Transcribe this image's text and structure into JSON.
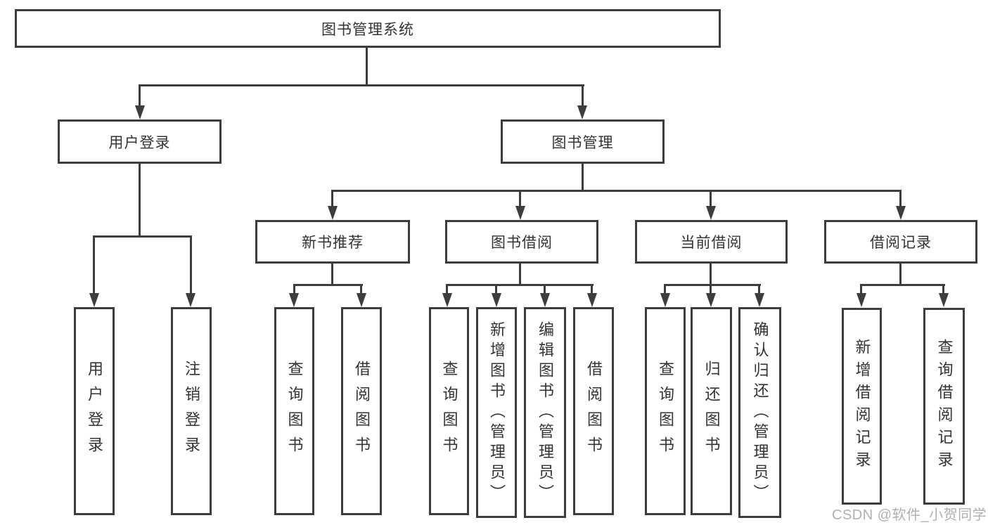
{
  "nodes": {
    "root": "图书管理系统",
    "user_login": "用户登录",
    "book_mgmt": "图书管理",
    "new_book_rec": "新书推荐",
    "book_borrow": "图书借阅",
    "current_borrow": "当前借阅",
    "borrow_record": "借阅记录",
    "leaf_user_login": "用户登录",
    "leaf_logout": "注销登录",
    "leaf_query_book_rec": "查询图书",
    "leaf_borrow_book_rec": "借阅图书",
    "leaf_query_book_borrow": "查询图书",
    "leaf_add_book": "新增图书（管理员）",
    "leaf_edit_book": "编辑图书（管理员）",
    "leaf_borrow_book_borrow": "借阅图书",
    "leaf_query_book_current": "查询图书",
    "leaf_return_book": "归还图书",
    "leaf_confirm_return": "确认归还（管理员）",
    "leaf_add_record": "新增借阅记录",
    "leaf_query_record": "查询借阅记录"
  },
  "watermark": "CSDN @软件_小贺同学",
  "colors": {
    "line": "#3d3d3d",
    "text": "#333333",
    "background": "#ffffff",
    "watermark": "#b0b0b0"
  }
}
